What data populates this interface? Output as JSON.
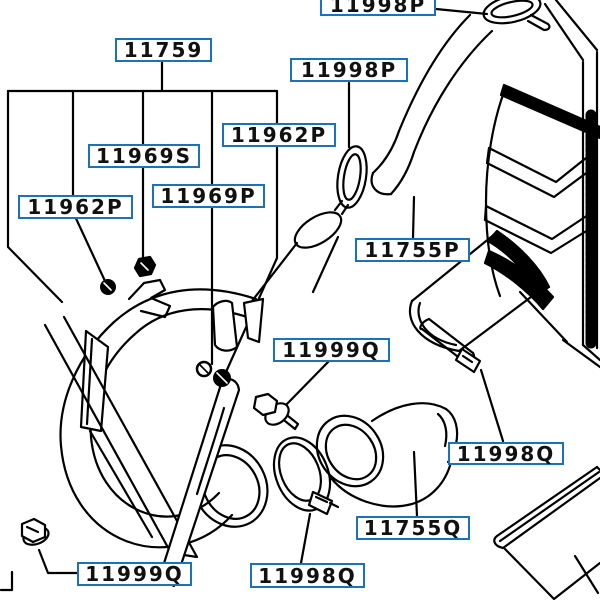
{
  "colors": {
    "background": "#ffffff",
    "line_art": "#000000",
    "label_border": "#1b72b8",
    "label_text": "#111111"
  },
  "labels": [
    {
      "id": "11998P-top",
      "part_number": "11998P"
    },
    {
      "id": "11759",
      "part_number": "11759"
    },
    {
      "id": "11998P-mid",
      "part_number": "11998P"
    },
    {
      "id": "11962P-upper",
      "part_number": "11962P"
    },
    {
      "id": "11969S",
      "part_number": "11969S"
    },
    {
      "id": "11969P",
      "part_number": "11969P"
    },
    {
      "id": "11962P-left",
      "part_number": "11962P"
    },
    {
      "id": "11755P",
      "part_number": "11755P"
    },
    {
      "id": "11999Q-mid",
      "part_number": "11999Q"
    },
    {
      "id": "11998Q-right",
      "part_number": "11998Q"
    },
    {
      "id": "11755Q",
      "part_number": "11755Q"
    },
    {
      "id": "11999Q-bottom",
      "part_number": "11999Q"
    },
    {
      "id": "11998Q-bottom",
      "part_number": "11998Q"
    }
  ]
}
